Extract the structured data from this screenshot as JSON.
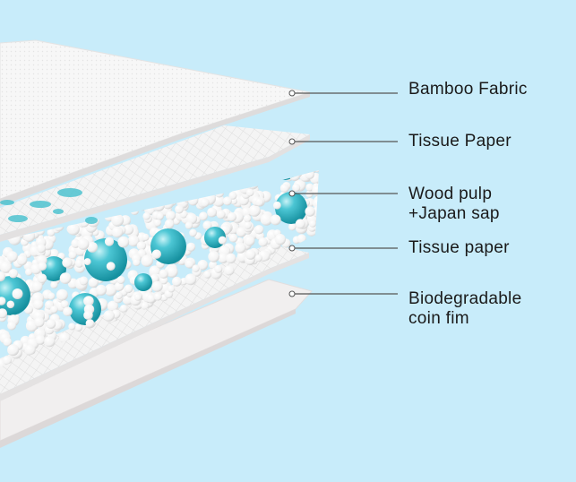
{
  "colors": {
    "background": "#c8ecfa",
    "sheet": "#f6f6f6",
    "sheet_shade": "#e6e4e4",
    "pulp_bead": "#ffffff",
    "sap_bead": "#2bb3c4",
    "leader_line": "#555555",
    "text": "#1a1a1a"
  },
  "layers": [
    {
      "name": "Bamboo Fabric"
    },
    {
      "name": "Tissue Paper"
    },
    {
      "name": "Wood pulp\n+Japan sap"
    },
    {
      "name": "Tissue paper"
    },
    {
      "name": "Biodegradable\ncoin fim"
    }
  ]
}
